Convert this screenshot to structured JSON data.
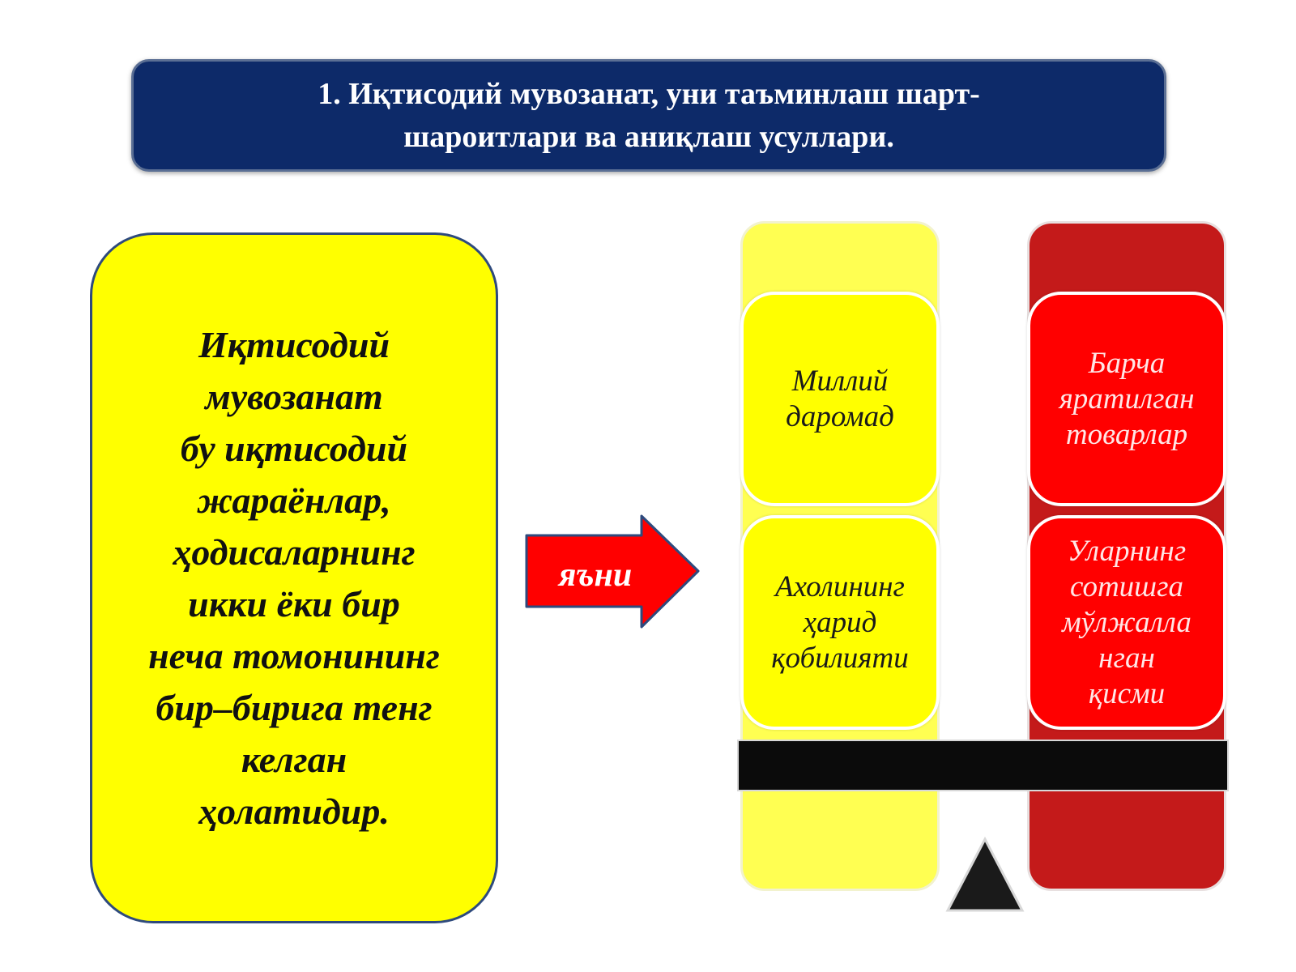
{
  "title": {
    "line1": "1. Иқтисодий мувозанат, уни таъминлаш шарт-",
    "line2": "шароитлари ва аниқлаш усуллари."
  },
  "definition": {
    "lines": [
      "Иқтисодий",
      "мувозанат",
      "бу иқтисодий",
      "жараёнлар,",
      "ҳодисаларнинг",
      "икки ёки бир",
      "неча томонининг",
      "бир–бирига тенг",
      "келган",
      "ҳолатидир."
    ]
  },
  "arrow": {
    "label": "яъни"
  },
  "yellow_column": {
    "card1": [
      "Миллий",
      "даромад"
    ],
    "card2": [
      "Ахолининг",
      "ҳарид",
      "қобилияти"
    ]
  },
  "red_column": {
    "card1": [
      "Барча",
      "яратилган",
      "товарлар"
    ],
    "card2": [
      "Уларнинг",
      "сотишга",
      "мўлжалла",
      "нган",
      "қисми"
    ]
  },
  "colors": {
    "title_bg": "#0d2a69",
    "yellow": "#ffff00",
    "red": "#ff0000",
    "dark_red": "#c41a1a",
    "beam": "#0b0b0b"
  }
}
